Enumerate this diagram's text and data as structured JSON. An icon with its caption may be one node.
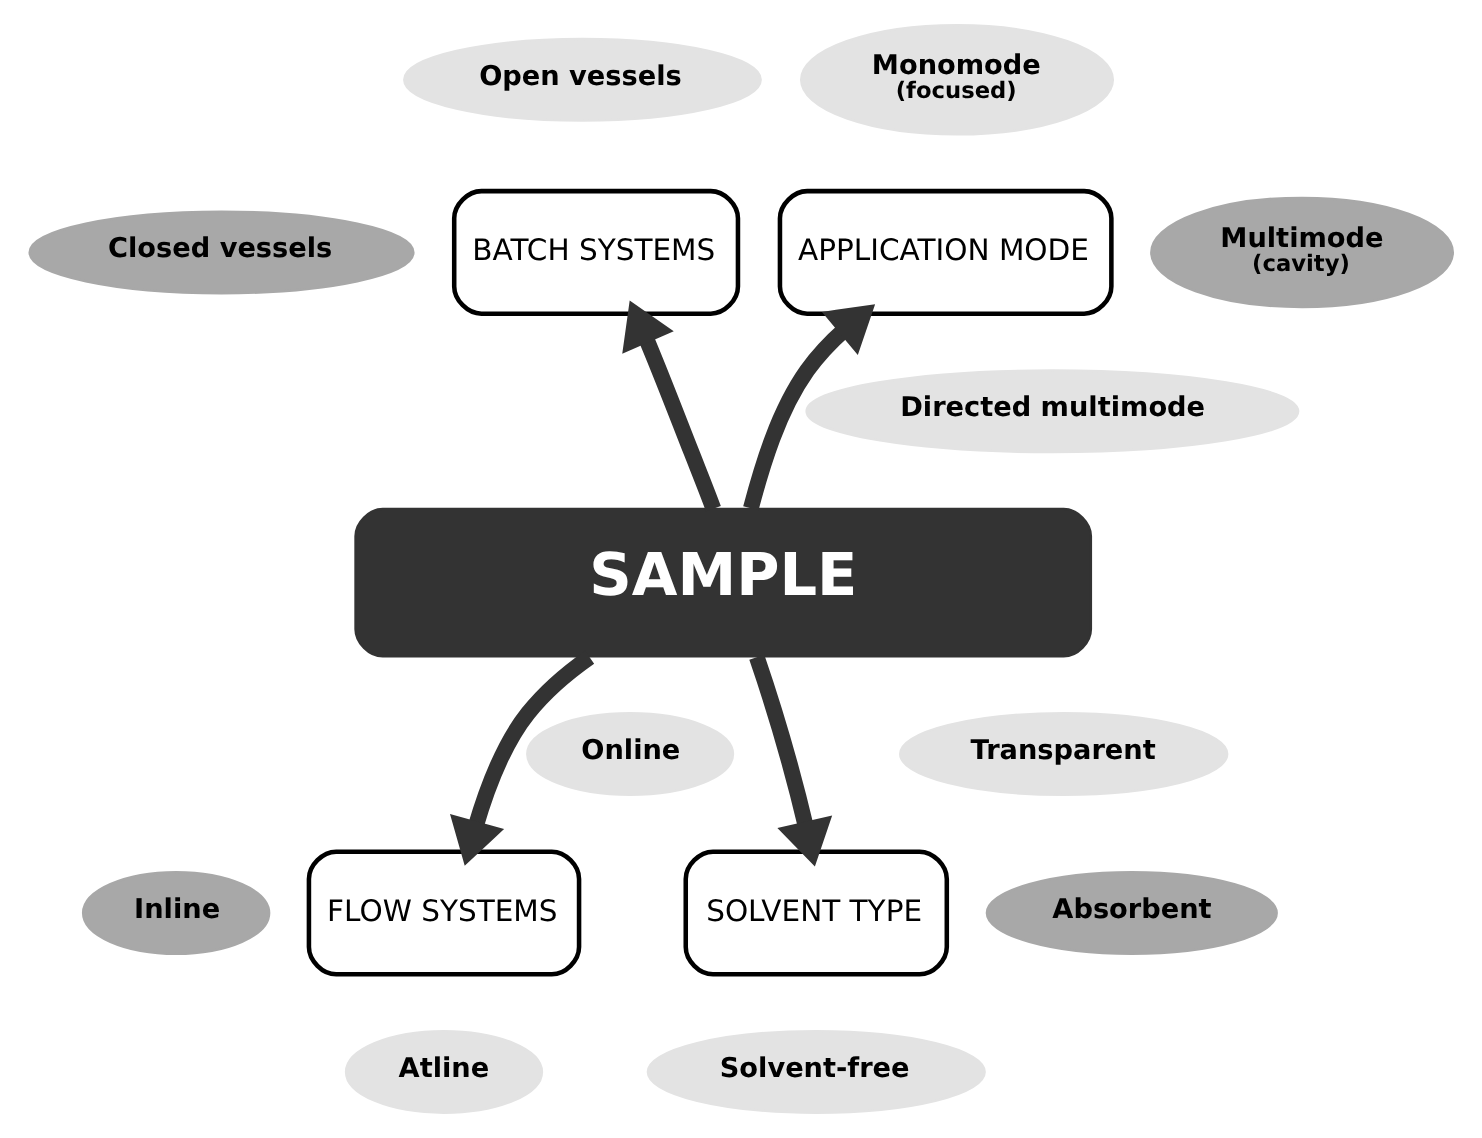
{
  "diagram": {
    "nodes": [
      {
        "text": [
          "SAMPLE"
        ]
      },
      {
        "text": [
          "BATCH SYSTEMS"
        ]
      },
      {
        "text": [
          "APPLICATION MODE"
        ]
      },
      {
        "text": [
          "FLOW SYSTEMS"
        ]
      },
      {
        "text": [
          "SOLVENT TYPE"
        ]
      },
      {
        "text": [
          "Open vessels"
        ]
      },
      {
        "text": [
          "Closed vessels"
        ]
      },
      {
        "text": [
          "Monomode",
          "(focused)"
        ]
      },
      {
        "text": [
          "Multimode",
          "(cavity)"
        ]
      },
      {
        "text": [
          "Directed multimode"
        ]
      },
      {
        "text": [
          "Online"
        ]
      },
      {
        "text": [
          "Inline"
        ]
      },
      {
        "text": [
          "Atline"
        ]
      },
      {
        "text": [
          "Transparent"
        ]
      },
      {
        "text": [
          "Absorbent"
        ]
      },
      {
        "text": [
          "Solvent-free"
        ]
      }
    ],
    "edges": [
      {
        "from": 0,
        "to": 1,
        "arrow": "to"
      },
      {
        "from": 0,
        "to": 2,
        "arrow": "to"
      },
      {
        "from": 0,
        "to": 3,
        "arrow": "to"
      },
      {
        "from": 0,
        "to": 4,
        "arrow": "to"
      }
    ]
  }
}
